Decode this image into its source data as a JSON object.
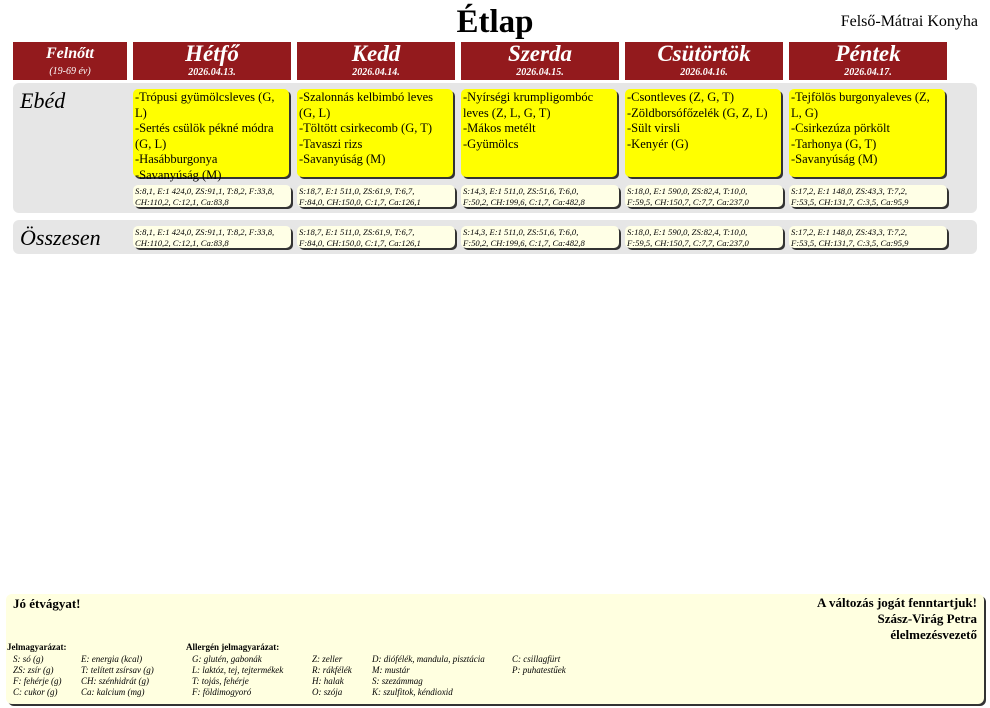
{
  "title": "Étlap",
  "kitchen": "Felső-Mátrai Konyha",
  "group": {
    "name": "Felnőtt",
    "age": "(19-69 év)"
  },
  "days": [
    {
      "name": "Hétfő",
      "date": "2026.04.13.",
      "menu": [
        "-Trópusi gyümölcsleves (G, L)",
        "-Sertés csülök pékné módra (G, L)",
        "-Hasábburgonya",
        "-Savanyúság (M)"
      ],
      "nutrition": [
        "S:8,1, E:1 424,0, ZS:91,1, T:8,2, F:33,8,",
        "CH:110,2, C:12,1, Ca:83,8"
      ]
    },
    {
      "name": "Kedd",
      "date": "2026.04.14.",
      "menu": [
        "-Szalonnás kelbimbó leves (G, L)",
        "-Töltött csirkecomb  (G, T)",
        "-Tavaszi rizs",
        "-Savanyúság (M)"
      ],
      "nutrition": [
        "S:18,7, E:1 511,0, ZS:61,9, T:6,7,",
        "F:84,0, CH:150,0, C:1,7, Ca:126,1"
      ]
    },
    {
      "name": "Szerda",
      "date": "2026.04.15.",
      "menu": [
        "-Nyírségi krumpligombóc leves (Z, L, G, T)",
        "-Mákos metélt",
        "-Gyümölcs"
      ],
      "nutrition": [
        "S:14,3, E:1 511,0, ZS:51,6, T:6,0,",
        "F:50,2, CH:199,6, C:1,7, Ca:482,8"
      ]
    },
    {
      "name": "Csütörtök",
      "date": "2026.04.16.",
      "menu": [
        "-Csontleves (Z, G, T)",
        "-Zöldborsófőzelék (G, Z, L)",
        "-Sült virsli",
        "-Kenyér (G)"
      ],
      "nutrition": [
        "S:18,0, E:1 590,0, ZS:82,4, T:10,0,",
        "F:59,5, CH:150,7, C:7,7, Ca:237,0"
      ]
    },
    {
      "name": "Péntek",
      "date": "2026.04.17.",
      "menu": [
        "-Tejfölös burgonyaleves (Z, L, G)",
        "-Csirkezúza pörkölt",
        "-Tarhonya (G, T)",
        "-Savanyúság (M)"
      ],
      "nutrition": [
        "S:17,2, E:1 148,0, ZS:43,3, T:7,2,",
        "F:53,5, CH:131,7, C:3,5, Ca:95,9"
      ]
    }
  ],
  "rows": {
    "lunch": "Ebéd",
    "total": "Összesen"
  },
  "footer": {
    "greeting": "Jó étvágyat!",
    "notice": "A változás jogát fenntartjuk!",
    "signer": "Szász-Virág Petra",
    "role": "élelmezésvezető",
    "legend_title": "Jelmagyarázat:",
    "legend_col1": [
      "S: só (g)",
      "ZS: zsír (g)",
      "F: fehérje (g)",
      "C: cukor (g)"
    ],
    "legend_col2": [
      "E: energia (kcal)",
      "T: telített zsírsav (g)",
      "CH: szénhidrát (g)",
      "Ca: kalcium (mg)"
    ],
    "allergen_title": "Allergén jelmagyarázat:",
    "allergen_col1": [
      "G: glutén, gabonák",
      "L: laktóz, tej, tejtermékek",
      "T: tojás, fehérje",
      "F: földimogyoró"
    ],
    "allergen_col2": [
      "Z: zeller",
      "R: rákfélék",
      "H: halak",
      "O: szója"
    ],
    "allergen_col3": [
      "D: diófélék, mandula, pisztácia",
      "M: mustár",
      "S: szezámmag",
      "K: szulfitok, kéndioxid"
    ],
    "allergen_col4": [
      "C: csillagfürt",
      "P: puhatestűek"
    ]
  },
  "colors": {
    "header": "#931a1d",
    "menu": "#ffff00",
    "nutrition": "#ffffe6",
    "row": "#e6e6e6",
    "footer": "#ffffe0"
  }
}
